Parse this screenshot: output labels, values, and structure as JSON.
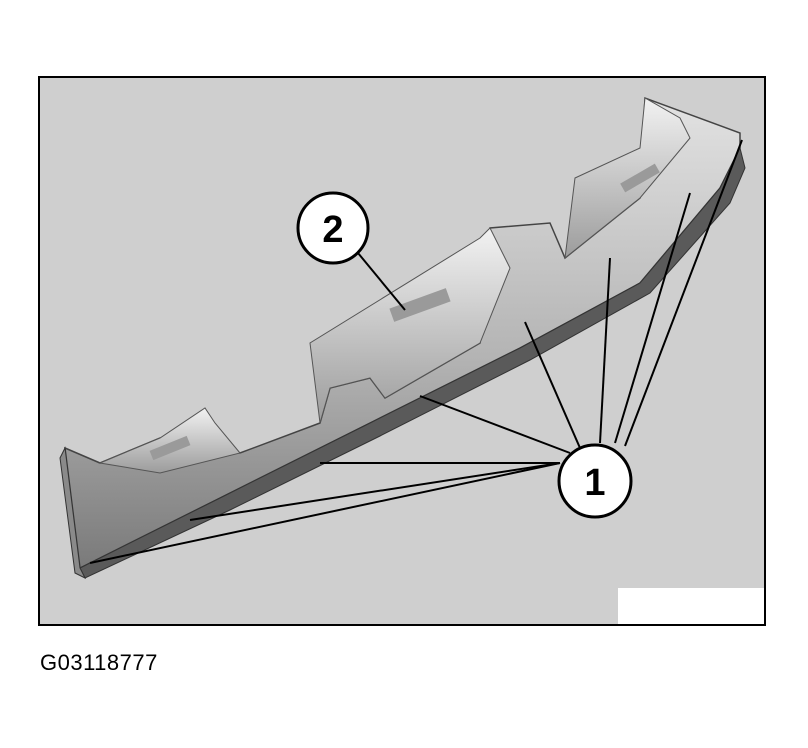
{
  "figure": {
    "background_color": "#cfcfcf",
    "border_color": "#000000",
    "part_color": "#b8b8b8",
    "callouts": [
      {
        "number": "1"
      },
      {
        "number": "2"
      }
    ]
  },
  "figure_id": "G03118777"
}
